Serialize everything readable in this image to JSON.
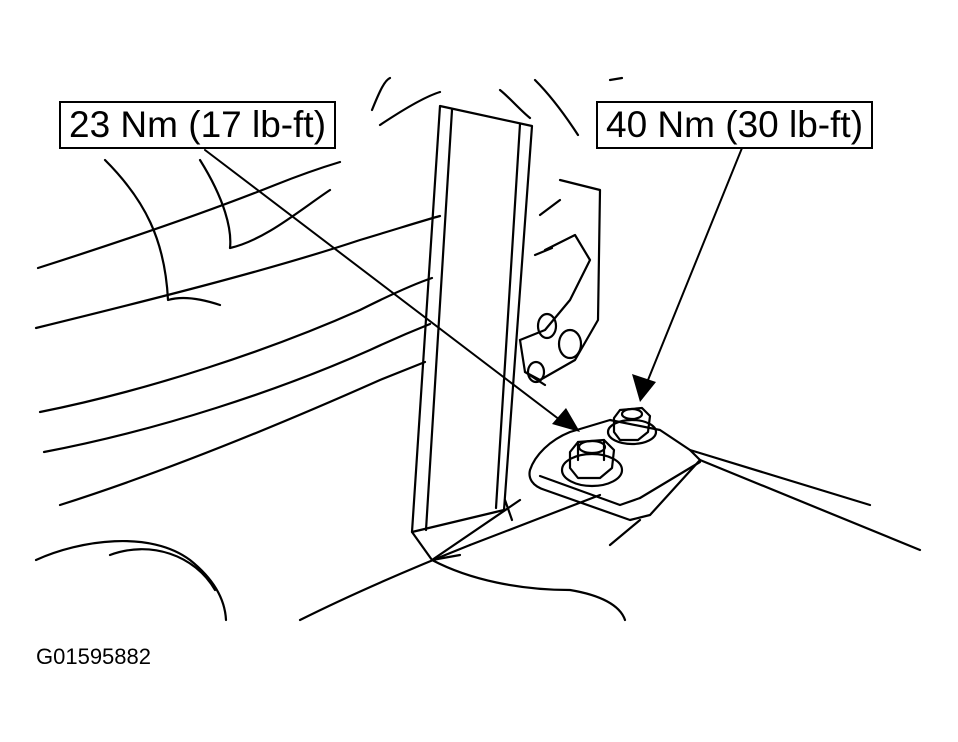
{
  "callouts": {
    "left_torque": "23 Nm (17 lb-ft)",
    "right_torque": "40 Nm (30 lb-ft)"
  },
  "figure_id": "G01595882",
  "colors": {
    "line": "#000000",
    "background": "#ffffff"
  }
}
